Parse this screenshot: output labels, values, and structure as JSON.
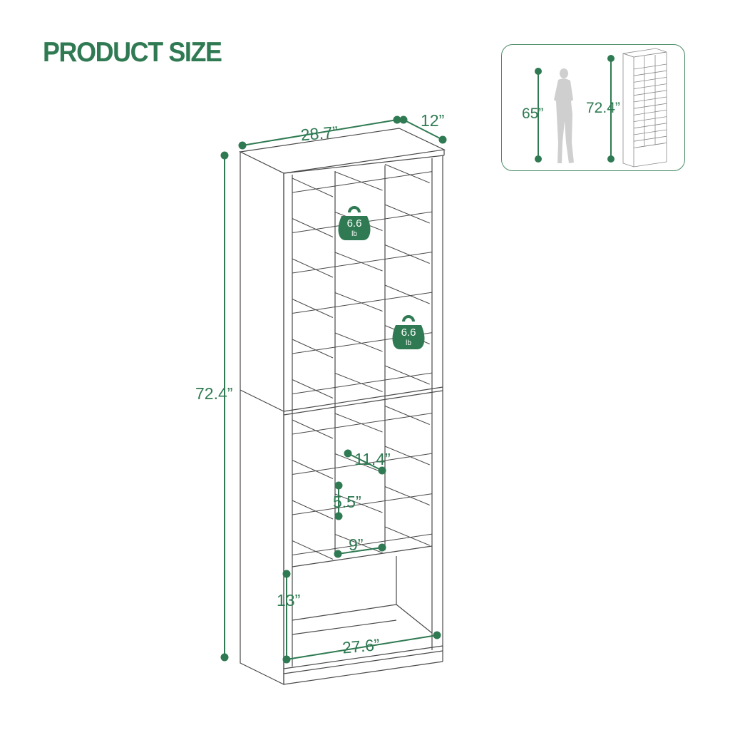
{
  "title": "PRODUCT SIZE",
  "colors": {
    "accent": "#2f7a52",
    "line": "#4a4a4a"
  },
  "dimensions": {
    "width": "28.7”",
    "depth": "12”",
    "height": "72.4”",
    "cubby_depth": "11.4”",
    "cubby_height": "5.5”",
    "cubby_width": "9”",
    "bottom_height": "13”",
    "inner_width": "27.6”"
  },
  "weight_badges": [
    {
      "value": "6.6",
      "unit": "lb"
    },
    {
      "value": "6.6",
      "unit": "lb"
    }
  ],
  "inset": {
    "person_height": "65”",
    "cabinet_height": "72.4”"
  },
  "icons": [
    "weight-icon",
    "person-silhouette",
    "cabinet-thumbnail"
  ]
}
